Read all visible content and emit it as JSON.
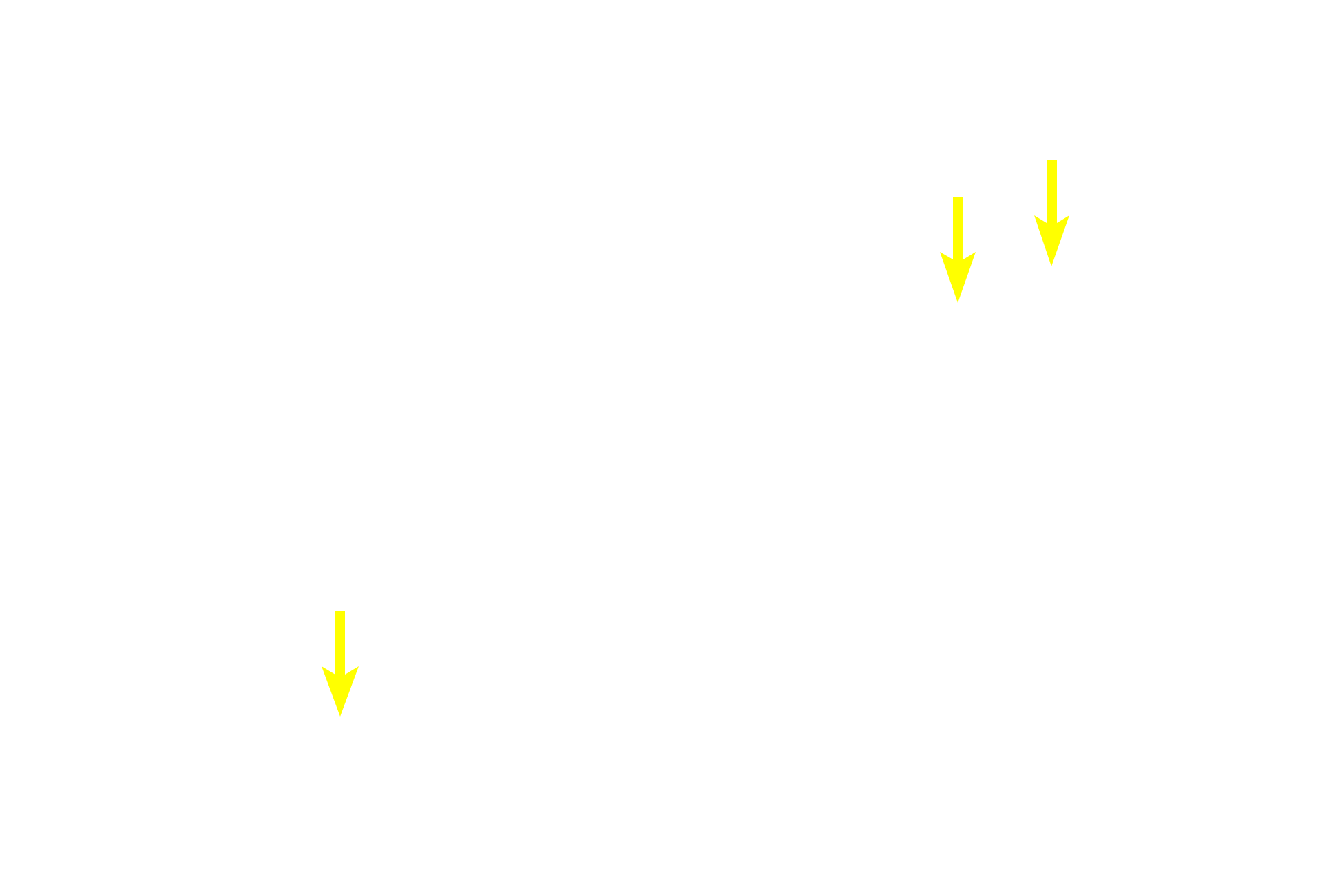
{
  "background_color": "#ffffff",
  "arrow_color": "#ffff00",
  "arrows": [
    {
      "icon": "arrow-down-icon",
      "direction": "down"
    },
    {
      "icon": "arrow-down-icon",
      "direction": "down"
    },
    {
      "icon": "arrow-down-icon",
      "direction": "down"
    }
  ]
}
